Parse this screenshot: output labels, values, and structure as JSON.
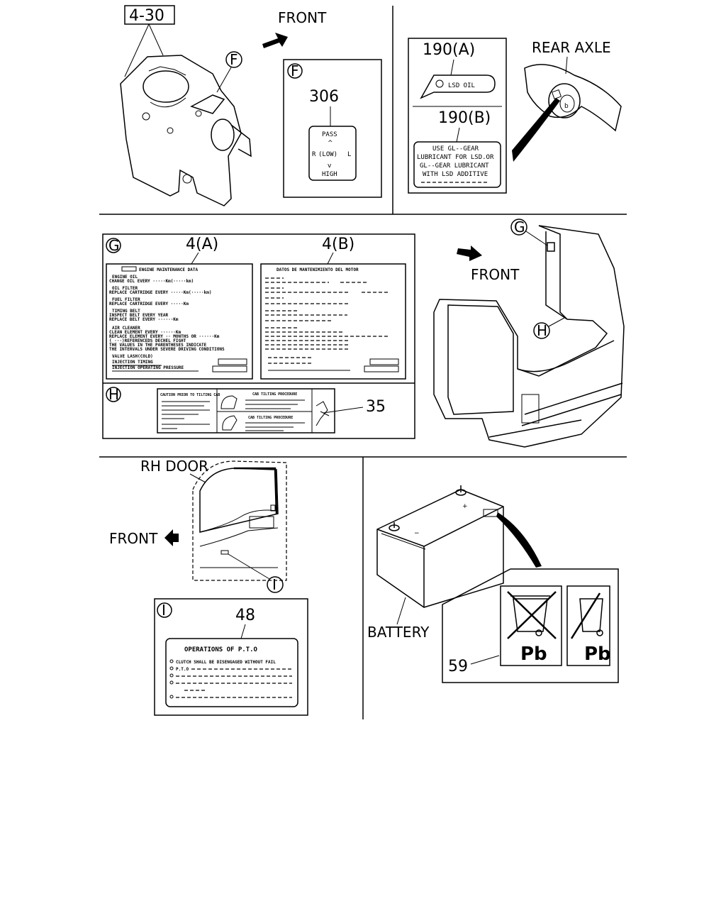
{
  "top_left": {
    "ref": "4-30",
    "callout_f": "F",
    "front": "FRONT",
    "box_f_id": "F",
    "part_306": "306",
    "knob_pass": "PASS",
    "knob_r": "R",
    "knob_low": "(LOW)",
    "knob_l": "L",
    "knob_high": "HIGH"
  },
  "top_right": {
    "part_190a": "190(A)",
    "lsd_oil": "LSD OIL",
    "part_190b": "190(B)",
    "label_190b_lines": [
      "USE GL--GEAR",
      "LUBRICANT FOR LSD.OR",
      "GL--GEAR LUBRICANT",
      "WITH LSD ADDITIVE"
    ],
    "rear_axle": "REAR AXLE",
    "callout_b": "b"
  },
  "middle": {
    "box_g_id": "G",
    "part_4a": "4(A)",
    "part_4b": "4(B)",
    "label_4a_title": "ENGINE MAINTENANCE DATA",
    "label_4a_lines": [
      "ENGINE OIL",
      "CHANGE OIL EVERY ·····Km(·····km)",
      "OIL FILTER",
      "REPLACE CARTRIDGE EVERY ·····Km(·····km)",
      "FUEL FILTER",
      "REPLACE CARTRIDGE EVERY ·····Km",
      "TIMING BELT",
      "INSPECT BELT EVERY YEAR",
      "REPLACE BELT EVERY ······Km",
      "AIR CLEANER",
      "CLEAN ELEMENT EVERY ······Km",
      "REPLACE ELEMENT EVERY ·· MONTHS OR ······Km",
      "( ···)REFERENCEDS DECHEL FIGHT",
      "THE VALUES IN THE PARENTHESES INDICATE",
      "THE INTERVALS UNDER SEVERE DRIVING CONDITIONS",
      "VALVE LASH(COLD)",
      "INJECTION TIMING",
      "INJECTION OPERATING PRESSURE"
    ],
    "label_4b_title": "DATOS DE MANTENIMIENTO DEL MOTOR",
    "box_h_id": "H",
    "label_35_left": "CAUTION PRIOR TO TILTING CAB",
    "label_35_top": "CAB TILTING PROCEDURE",
    "label_35_bottom": "CAB TILTING PROCEDURE",
    "part_35": "35",
    "callout_g": "G",
    "callout_h": "H",
    "front": "FRONT"
  },
  "bottom_left": {
    "rh_door": "RH DOOR",
    "front": "FRONT",
    "callout_i": "I",
    "box_i_id": "I",
    "part_48": "48",
    "label_48_title": "OPERATIONS OF P.T.O",
    "label_48_lines": [
      "CLUTCH SHALL BE DISENGAGED WITHOUT FAIL",
      "P.T.O"
    ]
  },
  "bottom_right": {
    "battery": "BATTERY",
    "minus": "−",
    "plus": "+",
    "part_59": "59",
    "pb_left": "Pb",
    "pb_right": "Pb"
  }
}
